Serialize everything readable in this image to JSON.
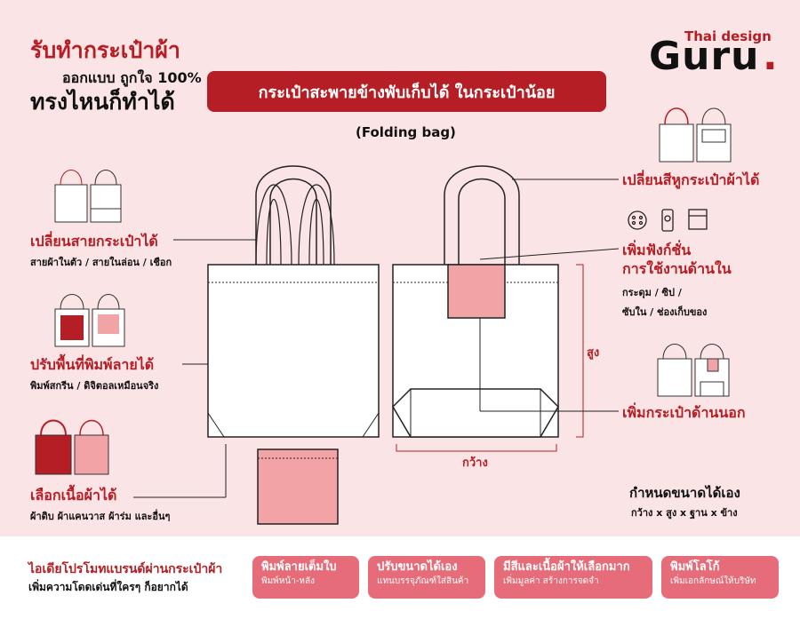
{
  "headline": {
    "line1": "รับทำกระเป๋าผ้า",
    "line2": "ออกแบบ ถูกใจ 100%",
    "line3": "ทรงไหนก็ทำได้"
  },
  "brand": {
    "tagline": "Thai design",
    "name": "Guru",
    "dot": "."
  },
  "banner": {
    "title": "กระเป๋าสะพายข้างพับเก็บได้ ในกระเป๋าน้อย",
    "subtitle": "(Folding bag)"
  },
  "left_features": [
    {
      "title": "เปลี่ยนสายกระเป๋าได้",
      "desc": "สายผ้าในตัว / สายในล่อน / เชือก"
    },
    {
      "title": "ปรับพื้นที่พิมพ์ลายได้",
      "desc": "พิมพ์สกรีน / ดิจิตอลเหมือนจริง"
    },
    {
      "title": "เลือกเนื้อผ้าได้",
      "desc": "ผ้าดิบ ผ้าแคนวาส ผ้าร่ม และอื่นๆ"
    }
  ],
  "right_features": {
    "handle_color": "เปลี่ยนสีหูกระเป๋าผ้าได้",
    "function_title1": "เพิ่มฟังก์ชั่น",
    "function_title2": "การใช้งานด้านใน",
    "function_desc1": "กระดุม / ซิป /",
    "function_desc2": "ซับใน / ช่องเก็บของ",
    "outer_pocket": "เพิ่มกระเป๋าด้านนอก",
    "size_title": "กำหนดขนาดได้เอง",
    "size_desc": "กว้าง x สูง x ฐาน x ข้าง"
  },
  "dimensions": {
    "height": "สูง",
    "width": "กว้าง"
  },
  "footer": {
    "promo_line1": "ไอเดียโปรโมทแบรนด์ผ่านกระเป๋าผ้า",
    "promo_line2": "เพิ่มความโดดเด่นที่ใครๆ ก็อยากได้",
    "pills": [
      {
        "title": "พิมพ์ลายเต็มใบ",
        "sub": "พิมพ์หน้า-หลัง"
      },
      {
        "title": "ปรับขนาดได้เอง",
        "sub": "แทนบรรจุภัณฑ์ใส่สินค้า"
      },
      {
        "title": "มีสีและเนื้อผ้าให้เลือกมาก",
        "sub": "เพิ่มมูลค่า สร้างการจดจำ"
      },
      {
        "title": "พิมพ์โลโก้",
        "sub": "เพิ่มเอกลักษณ์ให้บริษัท"
      }
    ]
  },
  "colors": {
    "accent": "#b51e24",
    "pink": "#f2a3a6",
    "background": "#fbe4e6",
    "pill": "#e66c7a"
  }
}
